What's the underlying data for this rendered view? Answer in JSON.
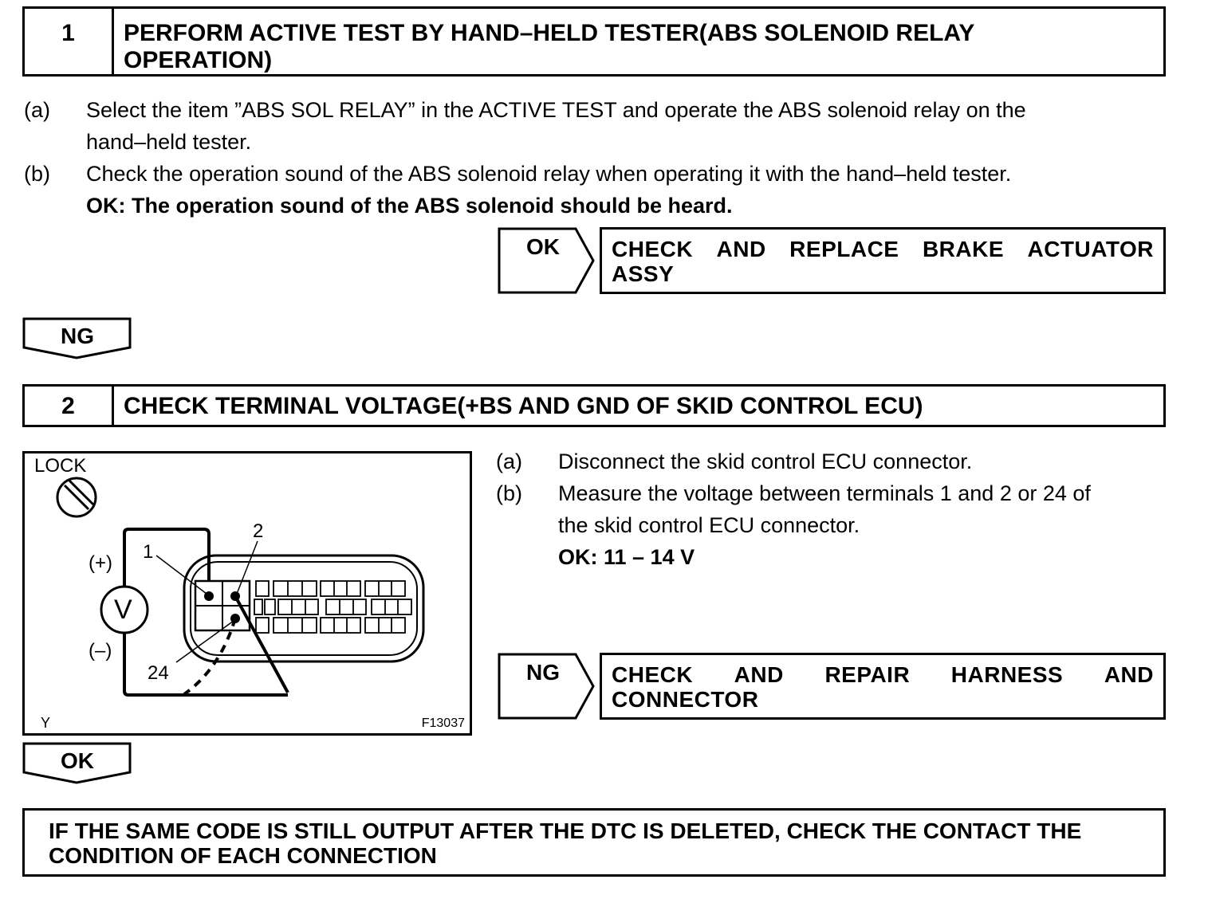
{
  "step1": {
    "number": "1",
    "title_line1": "PERFORM ACTIVE TEST BY HAND–HELD TESTER(ABS SOLENOID RELAY",
    "title_line2": "OPERATION)",
    "items": [
      {
        "marker": "(a)",
        "line1": "Select the item ”ABS SOL RELAY” in the ACTIVE TEST and operate the ABS solenoid relay on the",
        "line2": "hand–held tester."
      },
      {
        "marker": "(b)",
        "line1": "Check the operation sound of the ABS solenoid relay when operating it with the hand–held tester."
      }
    ],
    "ok_spec": "OK: The operation sound of the ABS solenoid should be heard.",
    "ok_branch": {
      "label": "OK",
      "result_line1_words": [
        "CHECK",
        "AND",
        "REPLACE",
        "BRAKE",
        "ACTUATOR"
      ],
      "result_line2": "ASSY"
    },
    "ng_label": "NG"
  },
  "step2": {
    "number": "2",
    "title": "CHECK TERMINAL VOLTAGE(+BS AND GND OF SKID CONTROL ECU)",
    "items": [
      {
        "marker": "(a)",
        "line1": "Disconnect the skid control ECU connector."
      },
      {
        "marker": "(b)",
        "line1": "Measure the voltage between terminals 1 and 2 or 24 of",
        "line2": "the skid control ECU connector."
      }
    ],
    "ok_spec": "OK: 11 – 14 V",
    "ng_branch": {
      "label": "NG",
      "result_line1_words": [
        "CHECK",
        "AND",
        "REPAIR",
        "HARNESS",
        "AND"
      ],
      "result_line2": "CONNECTOR"
    },
    "ok_label": "OK",
    "figure": {
      "lock_label": "LOCK",
      "plus_label": "(+)",
      "minus_label": "(–)",
      "meter_label": "V",
      "term_1": "1",
      "term_2": "2",
      "term_24": "24",
      "corner_code": "Y",
      "figure_id": "F13037"
    }
  },
  "final_box": {
    "line1": "IF THE SAME CODE IS STILL OUTPUT AFTER THE DTC IS DELETED, CHECK THE CONTACT THE",
    "line2": "CONDITION OF EACH CONNECTION"
  }
}
